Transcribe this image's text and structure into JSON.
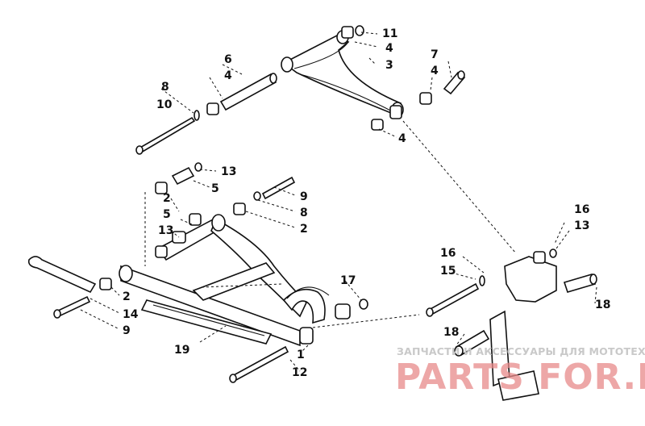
{
  "diagram": {
    "callouts": {
      "c11": "11",
      "c4a": "4",
      "c3": "3",
      "c6": "6",
      "c4b": "4",
      "c7": "7",
      "c4c": "4",
      "c8a": "8",
      "c10": "10",
      "c4d": "4",
      "c13a": "13",
      "c5a": "5",
      "c9a": "9",
      "c2a": "2",
      "c8b": "8",
      "c5b": "5",
      "c2b": "2",
      "c13b": "13",
      "c16a": "16",
      "c13c": "13",
      "c16b": "16",
      "c15": "15",
      "c17": "17",
      "c18a": "18",
      "c2c": "2",
      "c14": "14",
      "c9b": "9",
      "c19": "19",
      "c1": "1",
      "c12": "12",
      "c18b": "18"
    }
  },
  "watermark": {
    "tagline": "ЗАПЧАСТИ И АКСЕССУАРЫ ДЛЯ МОТОТЕХНИКИ",
    "logo_text": "PARTS FOR.RU"
  }
}
